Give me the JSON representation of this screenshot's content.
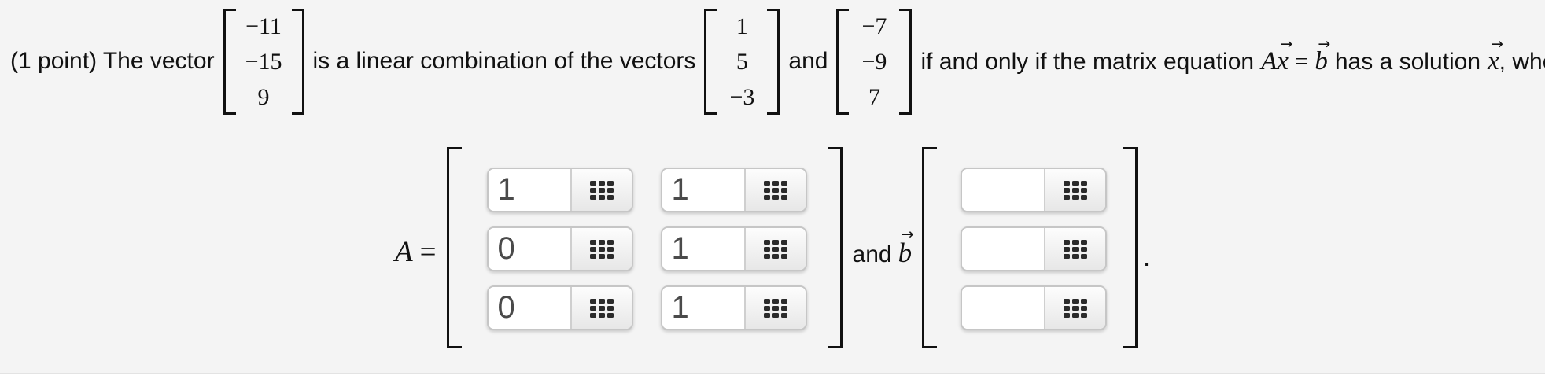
{
  "colors": {
    "page_background": "#f4f4f4",
    "bracket": "#111111",
    "entry_border": "#c6c6c6",
    "entry_text": "#4a4a4a",
    "keypad_icon": "#2b2b2b",
    "footer_divider": "#e3e3e3"
  },
  "icons": {
    "entry_button": "keypad-grid"
  },
  "problem": {
    "intro": "(1 point) The vector",
    "target_vector": {
      "r1": "−11",
      "r2": "−15",
      "r3": "9"
    },
    "combination_text": "is a linear combination of the vectors",
    "vector_u": {
      "r1": "1",
      "r2": "5",
      "r3": "−3"
    },
    "and_word": "and",
    "vector_v": {
      "r1": "−7",
      "r2": "−9",
      "r3": "7"
    },
    "condition_text": "if and only if the matrix equation",
    "matrix_var": "A",
    "x_var": "x",
    "equals": "=",
    "b_var": "b",
    "solution_text": "has a solution",
    "solution_var": "x",
    "comma_where": ", where"
  },
  "matrix_A": {
    "label": "A",
    "equals": "=",
    "rows": [
      {
        "c1": "1",
        "c2": "1"
      },
      {
        "c1": "0",
        "c2": "1"
      },
      {
        "c1": "0",
        "c2": "1"
      }
    ]
  },
  "connector": {
    "and_word": "and",
    "b_var": "b"
  },
  "vector_b": {
    "rows": [
      {
        "value": ""
      },
      {
        "value": ""
      },
      {
        "value": ""
      }
    ]
  },
  "closing_period": "."
}
